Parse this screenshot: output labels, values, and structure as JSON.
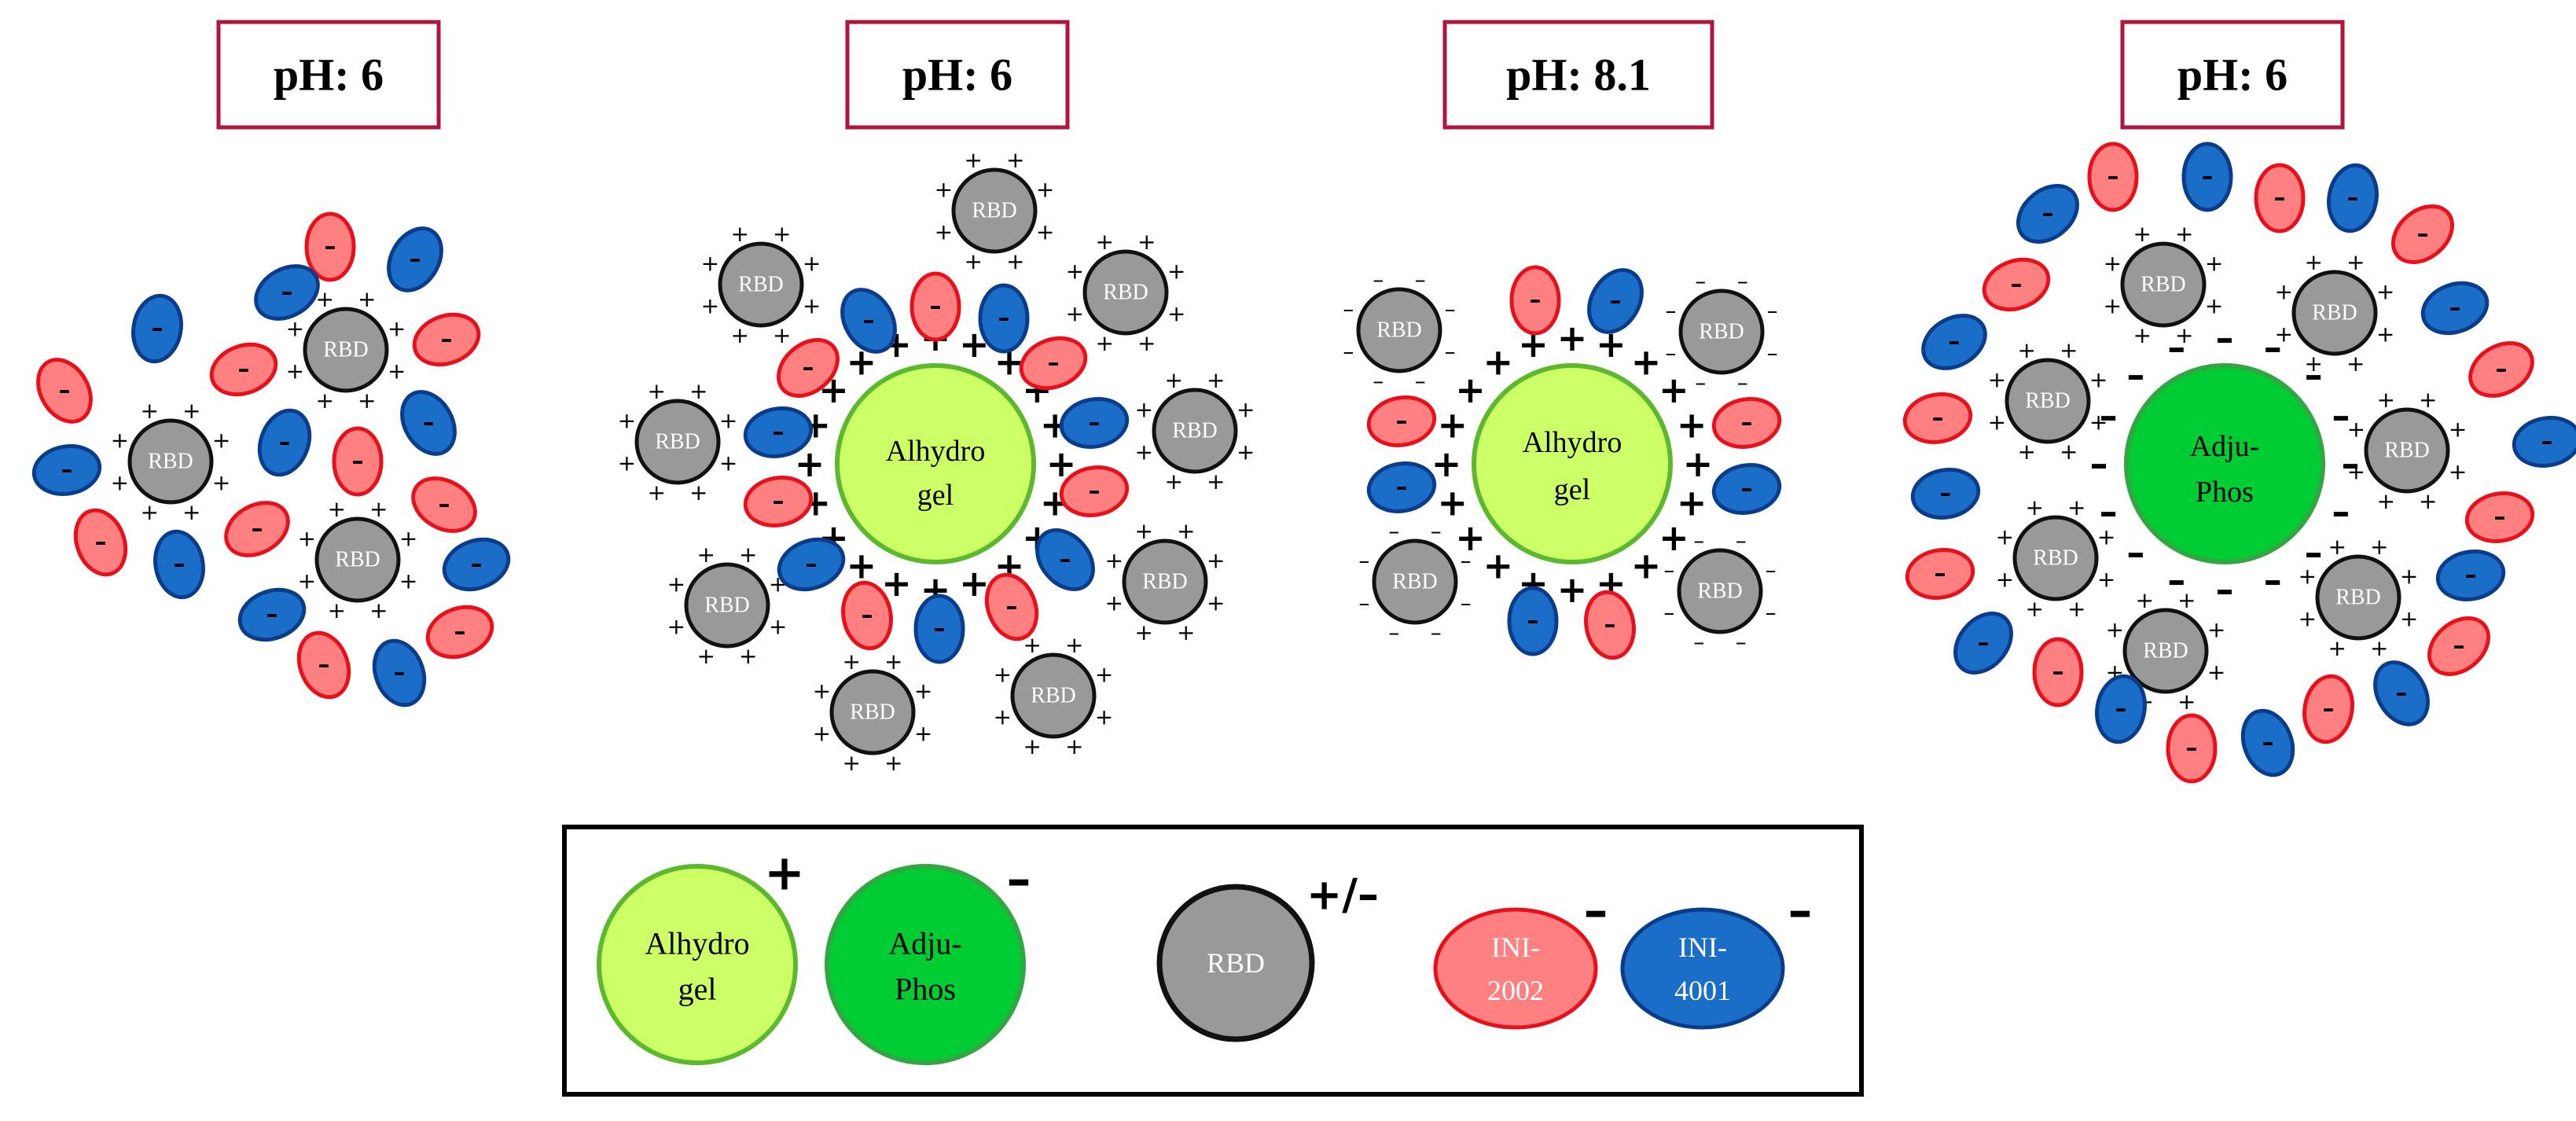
{
  "panels": [
    {
      "ph_label": "pH: 6"
    },
    {
      "ph_label": "pH: 6",
      "adjuvant_label": [
        "Alhydro",
        "gel"
      ]
    },
    {
      "ph_label": "pH: 8.1",
      "adjuvant_label": [
        "Alhydro",
        "gel"
      ]
    },
    {
      "ph_label": "pH: 6",
      "adjuvant_label": [
        "Adju-",
        "Phos"
      ]
    }
  ],
  "rbd_label": "RBD",
  "signs": {
    "plus": "+",
    "minus": "–",
    "plus_minus": "+/–"
  },
  "legend": {
    "alhydrogel": {
      "label": [
        "Alhydro",
        "gel"
      ],
      "charge": "+"
    },
    "adjuphos": {
      "label": [
        "Adju-",
        "Phos"
      ],
      "charge": "–"
    },
    "rbd": {
      "label": "RBD",
      "charge": "+/–"
    },
    "ini2002": {
      "label": [
        "INI-",
        "2002"
      ],
      "charge": "–"
    },
    "ini4001": {
      "label": [
        "INI-",
        "4001"
      ],
      "charge": "–"
    }
  },
  "colors": {
    "alhydrogel_fill": "#ccff66",
    "alhydrogel_stroke": "#5cb82e",
    "adjuphos_fill": "#00cc33",
    "adjuphos_stroke": "#33a644",
    "rbd_fill": "#999999",
    "ini2002_fill": "#ff8080",
    "ini2002_stroke": "#e8101a",
    "ini4001_fill": "#1a6ec8",
    "ini4001_stroke": "#0a3c8c",
    "ph_box_stroke": "#b0163a"
  }
}
